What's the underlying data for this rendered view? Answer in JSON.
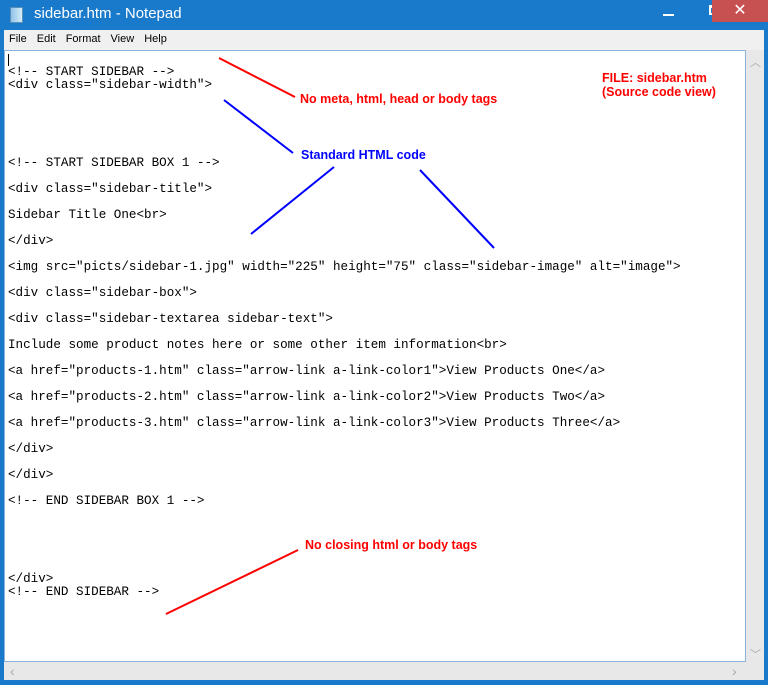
{
  "window": {
    "title": "sidebar.htm - Notepad",
    "close_glyph": "✕"
  },
  "menu": [
    {
      "label": "File"
    },
    {
      "label": "Edit"
    },
    {
      "label": "Format"
    },
    {
      "label": "View"
    },
    {
      "label": "Help"
    }
  ],
  "editor": {
    "lines": [
      "",
      "<!-- START SIDEBAR -->",
      "<div class=\"sidebar-width\">",
      "",
      "",
      "",
      "",
      "",
      "<!-- START SIDEBAR BOX 1 -->",
      "",
      "<div class=\"sidebar-title\">",
      "",
      "Sidebar Title One<br>",
      "",
      "</div>",
      "",
      "<img src=\"picts/sidebar-1.jpg\" width=\"225\" height=\"75\" class=\"sidebar-image\" alt=\"image\">",
      "",
      "<div class=\"sidebar-box\">",
      "",
      "<div class=\"sidebar-textarea sidebar-text\">",
      "",
      "Include some product notes here or some other item information<br>",
      "",
      "<a href=\"products-1.htm\" class=\"arrow-link a-link-color1\">View Products One</a>",
      "",
      "<a href=\"products-2.htm\" class=\"arrow-link a-link-color2\">View Products Two</a>",
      "",
      "<a href=\"products-3.htm\" class=\"arrow-link a-link-color3\">View Products Three</a>",
      "",
      "</div>",
      "",
      "</div>",
      "",
      "<!-- END SIDEBAR BOX 1 -->",
      "",
      "",
      "",
      "",
      "",
      "</div>",
      "<!-- END SIDEBAR -->"
    ]
  },
  "annotations": {
    "no_meta": "No meta, html, head or body tags",
    "file_name": "FILE: sidebar.htm",
    "source_view": "(Source code view)",
    "standard": "Standard HTML code",
    "no_closing": "No closing html or body tags"
  },
  "scroll_glyphs": {
    "up": "︿",
    "down": "﹀",
    "left": "‹",
    "right": "›"
  }
}
